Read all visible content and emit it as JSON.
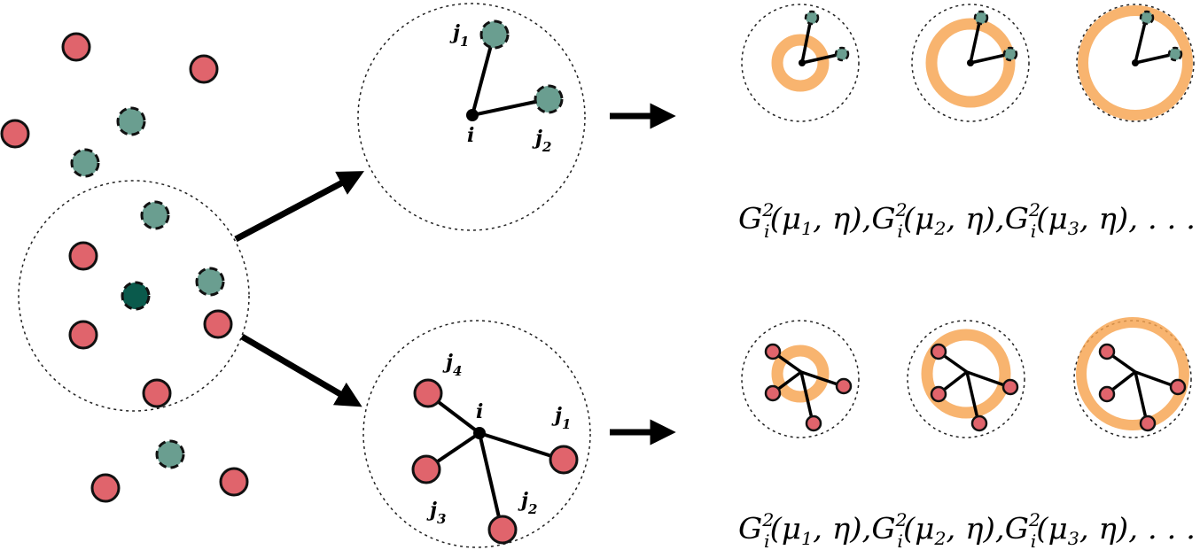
{
  "labels": {
    "teal_j1": "j",
    "teal_j1_idx": "1",
    "teal_i": "i",
    "teal_j2": "j",
    "teal_j2_idx": "2",
    "red_j4": "j",
    "red_j4_idx": "4",
    "red_i": "i",
    "red_j1": "j",
    "red_j1_idx": "1",
    "red_j3": "j",
    "red_j3_idx": "3",
    "red_j2": "j",
    "red_j2_idx": "2"
  },
  "formula_teal": {
    "terms": [
      {
        "G": "G",
        "sup": "2",
        "sub": "i",
        "args_a": "(μ",
        "mu_idx": "1",
        "args_b": ", η)",
        "sep": ","
      },
      {
        "G": "G",
        "sup": "2",
        "sub": "i",
        "args_a": "(μ",
        "mu_idx": "2",
        "args_b": ", η)",
        "sep": ","
      },
      {
        "G": "G",
        "sup": "2",
        "sub": "i",
        "args_a": "(μ",
        "mu_idx": "3",
        "args_b": ", η)",
        "sep": ", . . ."
      }
    ]
  },
  "formula_red": {
    "terms": [
      {
        "G": "G",
        "sup": "2",
        "sub": "i",
        "args_a": "(μ",
        "mu_idx": "1",
        "args_b": ", η)",
        "sep": ","
      },
      {
        "G": "G",
        "sup": "2",
        "sub": "i",
        "args_a": "(μ",
        "mu_idx": "2",
        "args_b": ", η)",
        "sep": ","
      },
      {
        "G": "G",
        "sup": "2",
        "sub": "i",
        "args_a": "(μ",
        "mu_idx": "3",
        "args_b": ", η)",
        "sep": ", . . ."
      }
    ]
  },
  "colors": {
    "red_atom": "#e0646c",
    "teal_atom": "#6a9e90",
    "center_atom": "#0a5a4c",
    "shell": "#f7a34f"
  }
}
